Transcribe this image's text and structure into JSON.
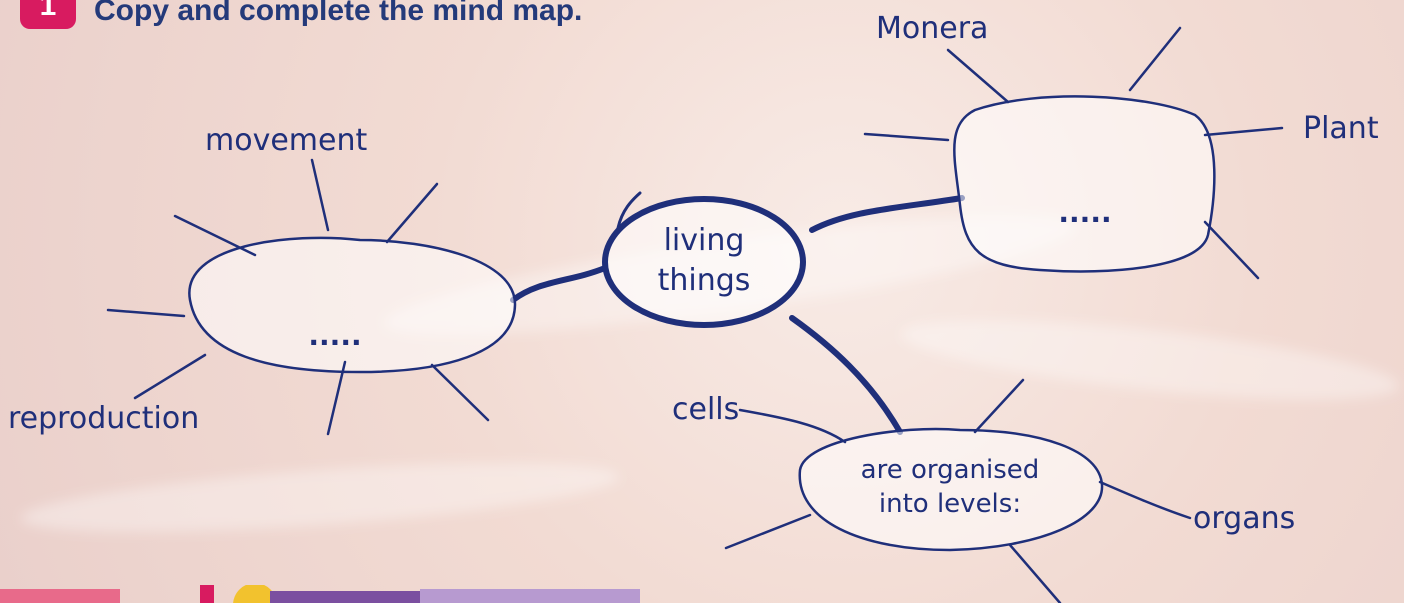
{
  "header": {
    "exercise_number": "1",
    "instruction": "Copy and complete the mind map."
  },
  "mind_map": {
    "center": {
      "line1": "living",
      "line2": "things"
    },
    "left_node": {
      "placeholder": ".....",
      "labels": {
        "movement": "movement",
        "reproduction": "reproduction"
      }
    },
    "right_node": {
      "placeholder": ".....",
      "labels": {
        "monera": "Monera",
        "plant": "Plant"
      }
    },
    "bottom_node": {
      "line1": "are organised",
      "line2": "into levels:",
      "labels": {
        "cells": "cells",
        "organs": "organs"
      }
    }
  },
  "colors": {
    "ink": "#1f2f7a",
    "badge": "#d81b60",
    "instruction": "#243a7a"
  }
}
